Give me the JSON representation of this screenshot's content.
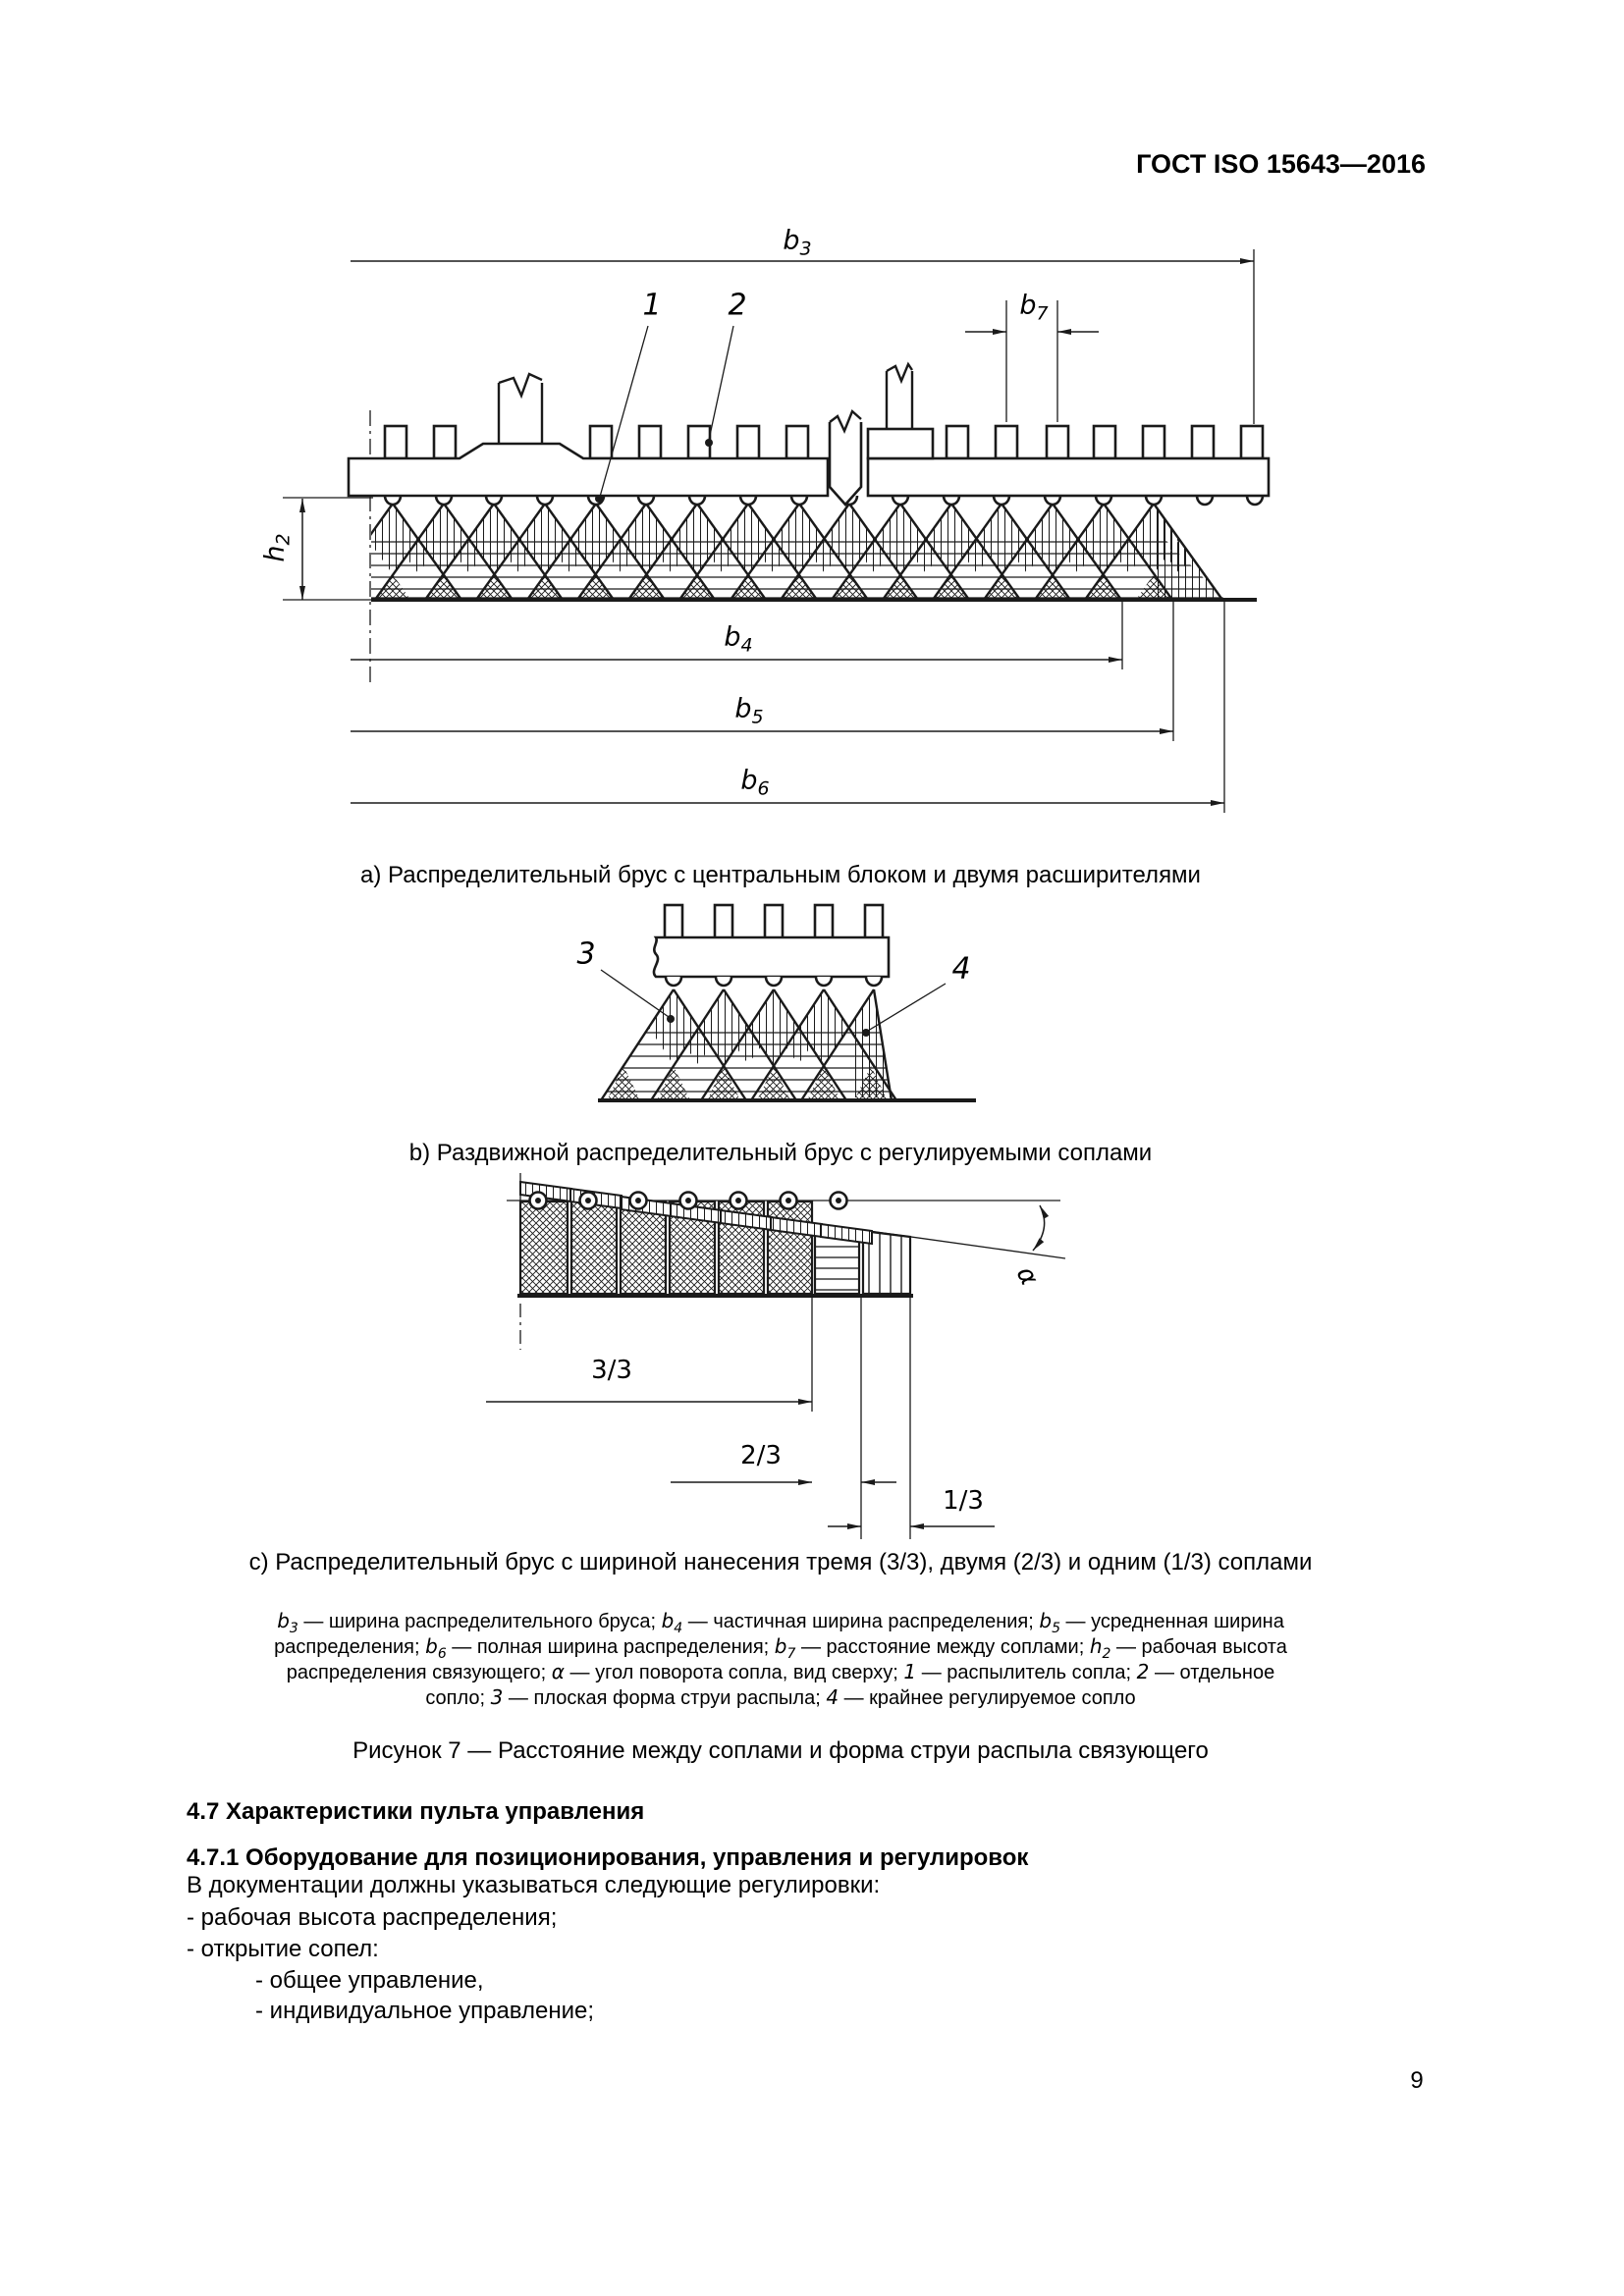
{
  "header": {
    "title": "ГОСТ ISO 15643—2016"
  },
  "figure": {
    "caption_a": "а) Распределительный брус с центральным блоком и двумя расширителями",
    "caption_b": "b) Раздвижной распределительный брус с регулируемыми соплами",
    "caption_c": "с) Распределительный брус с шириной нанесения тремя (3/3), двумя (2/3) и одним (1/3) соплами",
    "figure_caption": "Рисунок 7 — Расстояние между соплами и форма струи распыла связующего",
    "labels": {
      "b3": {
        "base": "b",
        "sub": "3"
      },
      "b4": {
        "base": "b",
        "sub": "4"
      },
      "b5": {
        "base": "b",
        "sub": "5"
      },
      "b6": {
        "base": "b",
        "sub": "6"
      },
      "b7": {
        "base": "b",
        "sub": "7"
      },
      "h2": {
        "base": "h",
        "sub": "2"
      },
      "alpha": "α",
      "callout_1": "1",
      "callout_2": "2",
      "callout_3": "3",
      "callout_4": "4",
      "width_3_3": "3/3",
      "width_2_3": "2/3",
      "width_1_3": "1/3"
    },
    "legend_lines": [
      [
        {
          "t": "b",
          "i": true
        },
        {
          "t": "3",
          "s": true
        },
        {
          "t": " — ширина распределительного бруса; "
        },
        {
          "t": "b",
          "i": true
        },
        {
          "t": "4",
          "s": true
        },
        {
          "t": " — частичная ширина распределения; "
        },
        {
          "t": "b",
          "i": true
        },
        {
          "t": "5",
          "s": true
        },
        {
          "t": " — усредненная ширина"
        }
      ],
      [
        {
          "t": "распределения; "
        },
        {
          "t": "b",
          "i": true
        },
        {
          "t": "6",
          "s": true
        },
        {
          "t": " — полная ширина распределения; "
        },
        {
          "t": "b",
          "i": true
        },
        {
          "t": "7",
          "s": true
        },
        {
          "t": " — расстояние между соплами; "
        },
        {
          "t": "h",
          "i": true
        },
        {
          "t": "2",
          "s": true
        },
        {
          "t": " — рабочая высота"
        }
      ],
      [
        {
          "t": "распределения связующего; "
        },
        {
          "t": "α",
          "i": true
        },
        {
          "t": " — угол поворота сопла, вид сверху; "
        },
        {
          "t": "1",
          "i": true
        },
        {
          "t": " — распылитель сопла; "
        },
        {
          "t": "2",
          "i": true
        },
        {
          "t": " — отдельное"
        }
      ],
      [
        {
          "t": "сопло; "
        },
        {
          "t": "3",
          "i": true
        },
        {
          "t": " — плоская форма струи распыла; "
        },
        {
          "t": "4",
          "i": true
        },
        {
          "t": " — крайнее регулируемое сопло"
        }
      ]
    ]
  },
  "section": {
    "h47": "4.7 Характеристики пульта управления",
    "h471": "4.7.1 Оборудование для позиционирования, управления и регулировок",
    "paragraph": "В документации должны указываться следующие регулировки:",
    "items": [
      "- рабочая высота распределения;",
      "- открытие сопел:",
      "- общее управление,",
      "- индивидуальное управление;"
    ]
  },
  "page": {
    "number": "9"
  }
}
